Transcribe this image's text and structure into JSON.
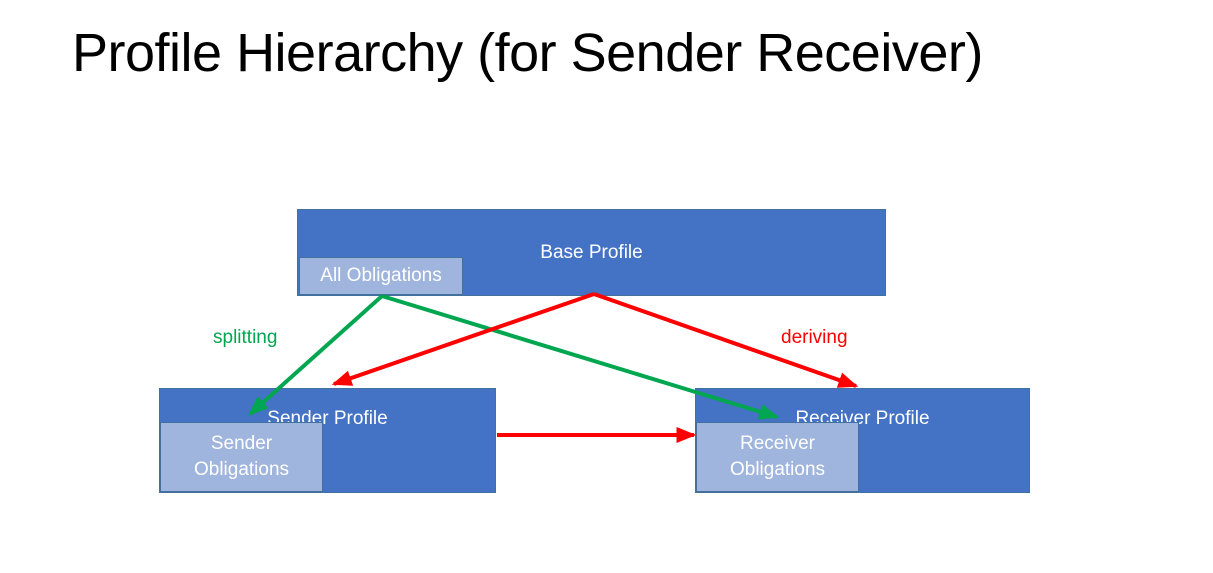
{
  "slide": {
    "title": "Profile Hierarchy (for Sender Receiver)",
    "background_color": "#FFFFFF"
  },
  "colors": {
    "profile_fill": "#4472C4",
    "profile_border": "#41719C",
    "obligation_fill": "#9FB5DE",
    "obligation_border": "#41719C",
    "box_text": "#FFFFFF",
    "splitting_arrow": "#00A650",
    "deriving_arrow": "#FF0000",
    "title_text": "#000000"
  },
  "diagram": {
    "nodes": [
      {
        "id": "base-profile",
        "title": "Base Profile",
        "obligation_label": "All Obligations"
      },
      {
        "id": "sender-profile",
        "title": "Sender Profile",
        "obligation_label": "Sender\nObligations",
        "obligation_line1": "Sender",
        "obligation_line2": "Obligations"
      },
      {
        "id": "receiver-profile",
        "title": "Receiver Profile",
        "obligation_label": "Receiver\nObligations",
        "obligation_line1": "Receiver",
        "obligation_line2": "Obligations"
      }
    ],
    "edge_labels": {
      "splitting": "splitting",
      "deriving": "deriving"
    },
    "edges": [
      {
        "name": "splitting-to-sender",
        "kind": "splitting",
        "color": "#00A650",
        "from": "all-obligations",
        "to": "sender-obligations"
      },
      {
        "name": "splitting-to-receiver",
        "kind": "splitting",
        "color": "#00A650",
        "from": "all-obligations",
        "to": "receiver-obligations"
      },
      {
        "name": "deriving-to-sender",
        "kind": "deriving",
        "color": "#FF0000",
        "from": "base-profile",
        "to": "sender-profile"
      },
      {
        "name": "deriving-to-receiver",
        "kind": "deriving",
        "color": "#FF0000",
        "from": "base-profile",
        "to": "receiver-profile"
      },
      {
        "name": "sender-to-receiver",
        "kind": "deriving",
        "color": "#FF0000",
        "from": "sender-profile",
        "to": "receiver-obligations"
      }
    ]
  }
}
